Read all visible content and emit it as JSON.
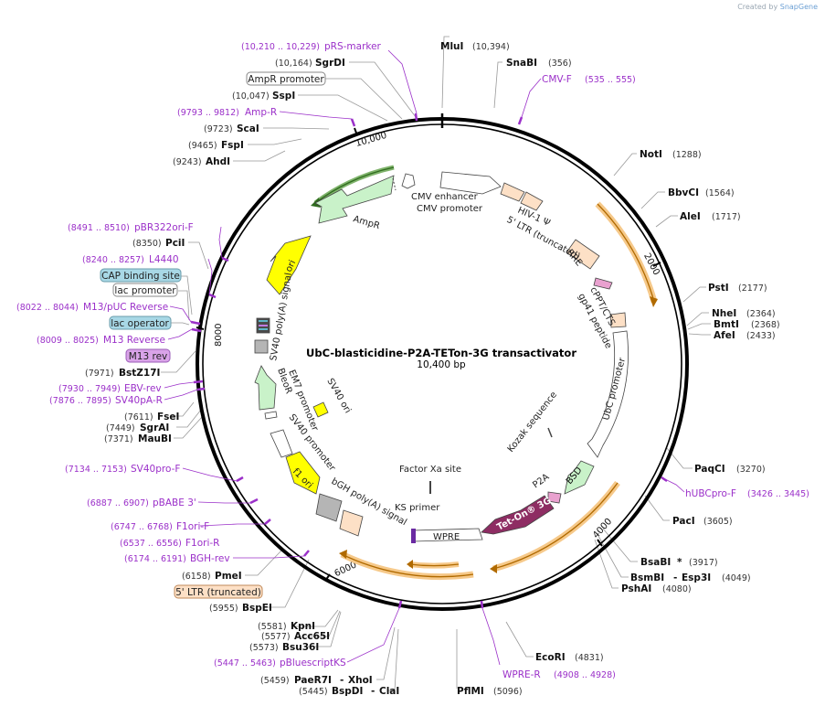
{
  "credit": {
    "prefix": "Created by",
    "brand": "SnapGene"
  },
  "title": "UbC-blasticidine-P2A-TETon-3G transactivator",
  "length": "10,400 bp",
  "ticks": {
    "t2000": "2000",
    "t4000": "4000",
    "t6000": "6000",
    "t8000": "8000",
    "t10000": "10,000"
  },
  "enzymes_left": [
    {
      "name": "SgrDI",
      "pos": "(10,164)"
    },
    {
      "name": "SspI",
      "pos": "(10,047)"
    },
    {
      "name": "ScaI",
      "pos": "(9723)"
    },
    {
      "name": "FspI",
      "pos": "(9465)"
    },
    {
      "name": "AhdI",
      "pos": "(9243)"
    },
    {
      "name": "PciI",
      "pos": "(8350)"
    },
    {
      "name": "BstZ17I",
      "pos": "(7971)"
    },
    {
      "name": "FseI",
      "pos": "(7611)"
    },
    {
      "name": "SgrAI",
      "pos": "(7449)"
    },
    {
      "name": "MauBI",
      "pos": "(7371)"
    },
    {
      "name": "PmeI",
      "pos": "(6158)"
    },
    {
      "name": "BspEI",
      "pos": "(5955)"
    },
    {
      "name": "KpnI",
      "pos": "(5581)"
    },
    {
      "name": "Acc65I",
      "pos": "(5577)"
    },
    {
      "name": "Bsu36I",
      "pos": "(5573)"
    }
  ],
  "enzymes_right": [
    {
      "name": "MluI",
      "pos": "(10,394)"
    },
    {
      "name": "SnaBI",
      "pos": "(356)"
    },
    {
      "name": "NotI",
      "pos": "(1288)"
    },
    {
      "name": "BbvCI",
      "pos": "(1564)"
    },
    {
      "name": "AleI",
      "pos": "(1717)"
    },
    {
      "name": "PstI",
      "pos": "(2177)"
    },
    {
      "name": "NheI",
      "pos": "(2364)"
    },
    {
      "name": "BmtI",
      "pos": "(2368)"
    },
    {
      "name": "AfeI",
      "pos": "(2433)"
    },
    {
      "name": "PaqCI",
      "pos": "(3270)"
    },
    {
      "name": "PacI",
      "pos": "(3605)"
    },
    {
      "name": "BsaBI",
      "pos": "(3917)",
      "mark": "*"
    },
    {
      "name": "BsmBI",
      "pos": "(4049)",
      "alt": "Esp3I"
    },
    {
      "name": "PshAI",
      "pos": "(4080)"
    },
    {
      "name": "EcoRI",
      "pos": "(4831)"
    },
    {
      "name": "PflMI",
      "pos": "(5096)"
    }
  ],
  "enzymes_bottom": {
    "paer7i": {
      "name": "PaeR7I",
      "alt": "XhoI",
      "pos": "(5459)"
    },
    "bspdi": {
      "name": "BspDI",
      "alt": "ClaI",
      "pos": "(5445)"
    }
  },
  "primers": [
    {
      "name": "pRS-marker",
      "range": "(10,210 .. 10,229)"
    },
    {
      "name": "CMV-F",
      "range": "(535 .. 555)"
    },
    {
      "name": "Amp-R",
      "range": "(9793 .. 9812)"
    },
    {
      "name": "pBR322ori-F",
      "range": "(8491 .. 8510)"
    },
    {
      "name": "L4440",
      "range": "(8240 .. 8257)"
    },
    {
      "name": "M13/pUC Reverse",
      "range": "(8022 .. 8044)"
    },
    {
      "name": "M13 Reverse",
      "range": "(8009 .. 8025)"
    },
    {
      "name": "EBV-rev",
      "range": "(7930 .. 7949)"
    },
    {
      "name": "SV40pA-R",
      "range": "(7876 .. 7895)"
    },
    {
      "name": "SV40pro-F",
      "range": "(7134 .. 7153)"
    },
    {
      "name": "pBABE 3'",
      "range": "(6887 .. 6907)"
    },
    {
      "name": "F1ori-F",
      "range": "(6747 .. 6768)"
    },
    {
      "name": "F1ori-R",
      "range": "(6537 .. 6556)"
    },
    {
      "name": "BGH-rev",
      "range": "(6174 .. 6191)"
    },
    {
      "name": "pBluescriptKS",
      "range": "(5447 .. 5463)"
    },
    {
      "name": "hUBCpro-F",
      "range": "(3426 .. 3445)"
    },
    {
      "name": "WPRE-R",
      "range": "(4908 .. 4928)"
    }
  ],
  "boxes": {
    "ampr_promoter": "AmpR promoter",
    "cap_site": "CAP binding site",
    "lac_promoter": "lac promoter",
    "lac_operator": "lac operator",
    "m13_rev": "M13 rev",
    "ltr_trunc": "5' LTR (truncated)"
  },
  "features": {
    "cmv_enhancer": "CMV enhancer",
    "cmv_promoter": "CMV promoter",
    "hiv_psi": "HIV-1 Ψ",
    "ltr5": "5' LTR (truncated)",
    "rre": "RRE",
    "cppt": "cPPT/CTS",
    "gp41": "gp41 peptide",
    "ubc": "UbC promoter",
    "kozak": "Kozak sequence",
    "bsd": "BSD",
    "p2a": "P2A",
    "teton": "Tet-On® 3G",
    "factor_xa": "Factor Xa site",
    "ks_primer": "KS primer",
    "wpre": "WPRE",
    "bgh": "bGH poly(A) signal",
    "f1ori": "f1 ori",
    "sv40_promoter": "SV40 promoter",
    "em7": "EM7 promoter",
    "bleor": "BleoR",
    "sv40ori": "SV40 ori",
    "sv40pa": "SV40 poly(A) signal",
    "ori": "ori",
    "ampr": "AmpR"
  }
}
